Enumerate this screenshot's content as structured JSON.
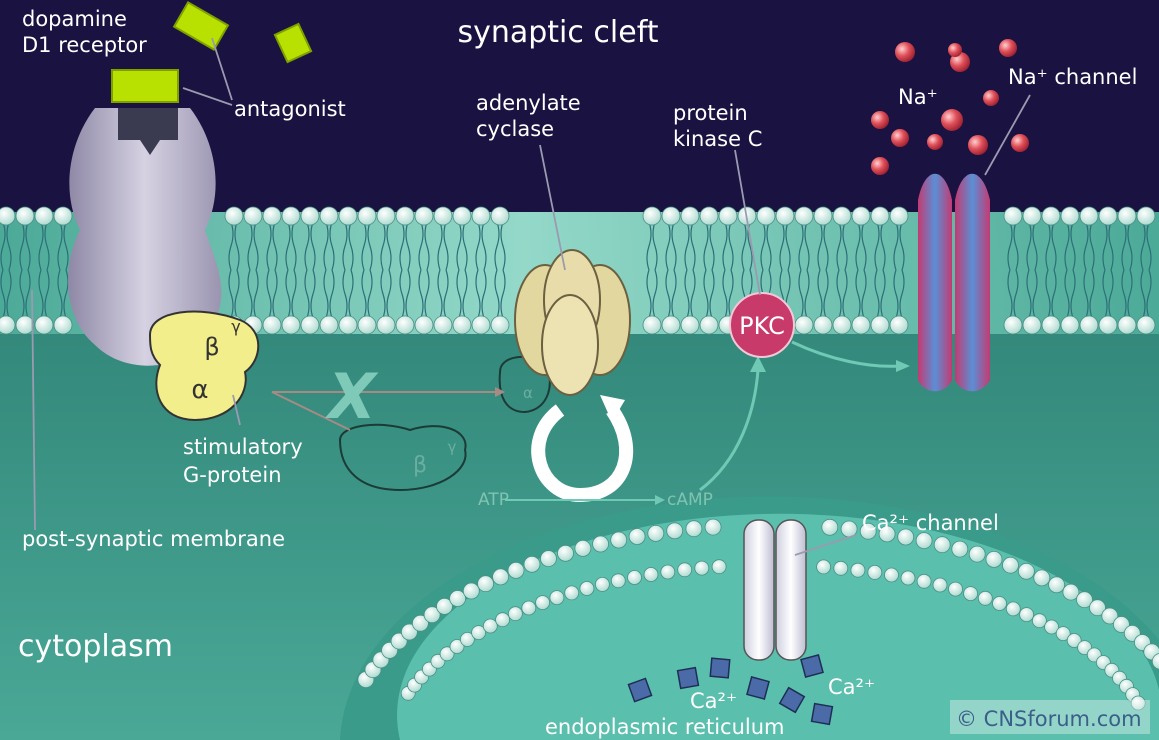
{
  "diagram": {
    "labels": {
      "synaptic_cleft": "synaptic cleft",
      "d1_line1": "dopamine",
      "d1_line2": "D1 receptor",
      "antagonist": "antagonist",
      "adenylate_line1": "adenylate",
      "adenylate_line2": "cyclase",
      "pkc_line1": "protein",
      "pkc_line2": "kinase C",
      "pkc_abbrev": "PKC",
      "na_ion": "Na⁺",
      "na_channel": "Na⁺ channel",
      "gprotein_line1": "stimulatory",
      "gprotein_line2": "G-protein",
      "postsynaptic": "post-synaptic membrane",
      "cytoplasm": "cytoplasm",
      "atp": "ATP",
      "camp": "cAMP",
      "ca_channel": "Ca²⁺ channel",
      "ca_ion_left": "Ca²⁺",
      "ca_ion_right": "Ca²⁺",
      "er": "endoplasmic reticulum",
      "copyright": "© CNSforum.com",
      "alpha": "α",
      "beta": "β",
      "gamma": "γ",
      "blocked_mark": "X"
    },
    "colors": {
      "cleft": "#1a1240",
      "cytoplasm": "#3d9c8c",
      "membrane_band": "#5fc0ac",
      "lipid_head": "#d8f2ec",
      "antagonist": "#b8e000",
      "receptor": "#b9b3c9",
      "g_protein": "#f3ee8c",
      "adenylate_cyclase": "#e3d7a0",
      "pkc": "#c83a6a",
      "na_channel_blue": "#5a8fd6",
      "na_channel_red": "#c43a72",
      "na_ion": "#e0505a",
      "ca_ion": "#4b6aa8",
      "arrow": "#6fc9b4"
    }
  }
}
